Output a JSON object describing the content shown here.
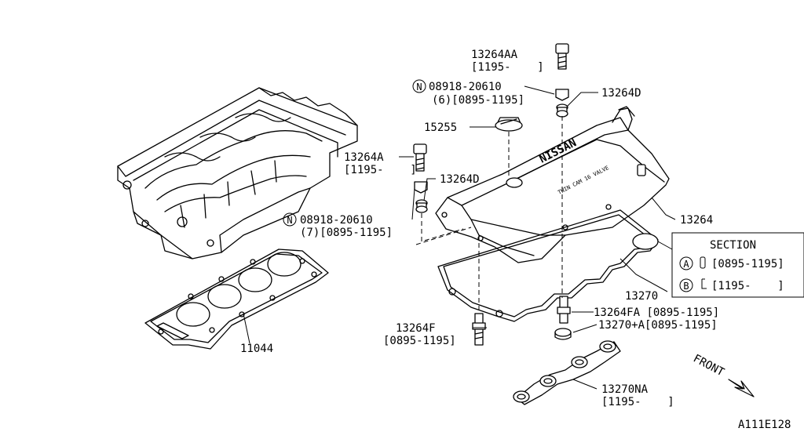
{
  "parts": {
    "bolt_13264AA": {
      "part_no": "13264AA",
      "bracket": "[1195-    ]"
    },
    "nut_08918_upper": {
      "symbol": "N",
      "part_no": "08918-20610",
      "qty_range": "(6)[0895-1195]"
    },
    "washer_13264D_upper": {
      "part_no": "13264D"
    },
    "cap_15255": {
      "part_no": "15255"
    },
    "bolt_13264A": {
      "part_no": "13264A",
      "bracket": "[1195-    ]"
    },
    "washer_13264D_lower": {
      "part_no": "13264D"
    },
    "nut_08918_lower": {
      "symbol": "N",
      "part_no": "08918-20610",
      "qty_range": "(7)[0895-1195]"
    },
    "cover_13264": {
      "part_no": "13264"
    },
    "gasket_13270": {
      "part_no": "13270"
    },
    "stud_13264FA": {
      "part_no": "13264FA",
      "bracket": "[0895-1195]"
    },
    "seal_13270A": {
      "part_no": "13270+A[0895-1195]"
    },
    "stud_13264F": {
      "part_no": "13264F",
      "bracket": "[0895-1195]"
    },
    "gasket_11044": {
      "part_no": "11044"
    },
    "plug_seal_13270NA": {
      "part_no": "13270NA",
      "bracket": "[1195-    ]"
    }
  },
  "section_legend": {
    "title": "SECTION",
    "rows": [
      {
        "symbol": "A",
        "range": "[0895-1195]"
      },
      {
        "symbol": "B",
        "range": "[1195-    ]"
      }
    ]
  },
  "cover_text": {
    "brand": "NISSAN",
    "subtitle": "TWIN CAM 16 VALVE"
  },
  "front_label": "FRONT",
  "diagram_code": "A111E128"
}
